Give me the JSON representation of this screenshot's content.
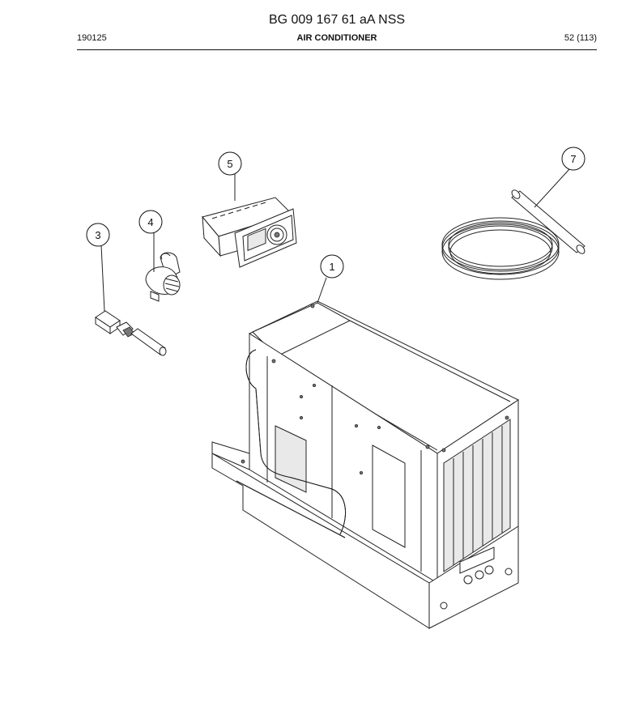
{
  "header": {
    "doc_number": "BG 009 167 61 aA NSS",
    "code": "190125",
    "section": "AIR CONDITIONER",
    "page": "52 (113)"
  },
  "callouts": [
    "1",
    "3",
    "4",
    "5",
    "7"
  ]
}
